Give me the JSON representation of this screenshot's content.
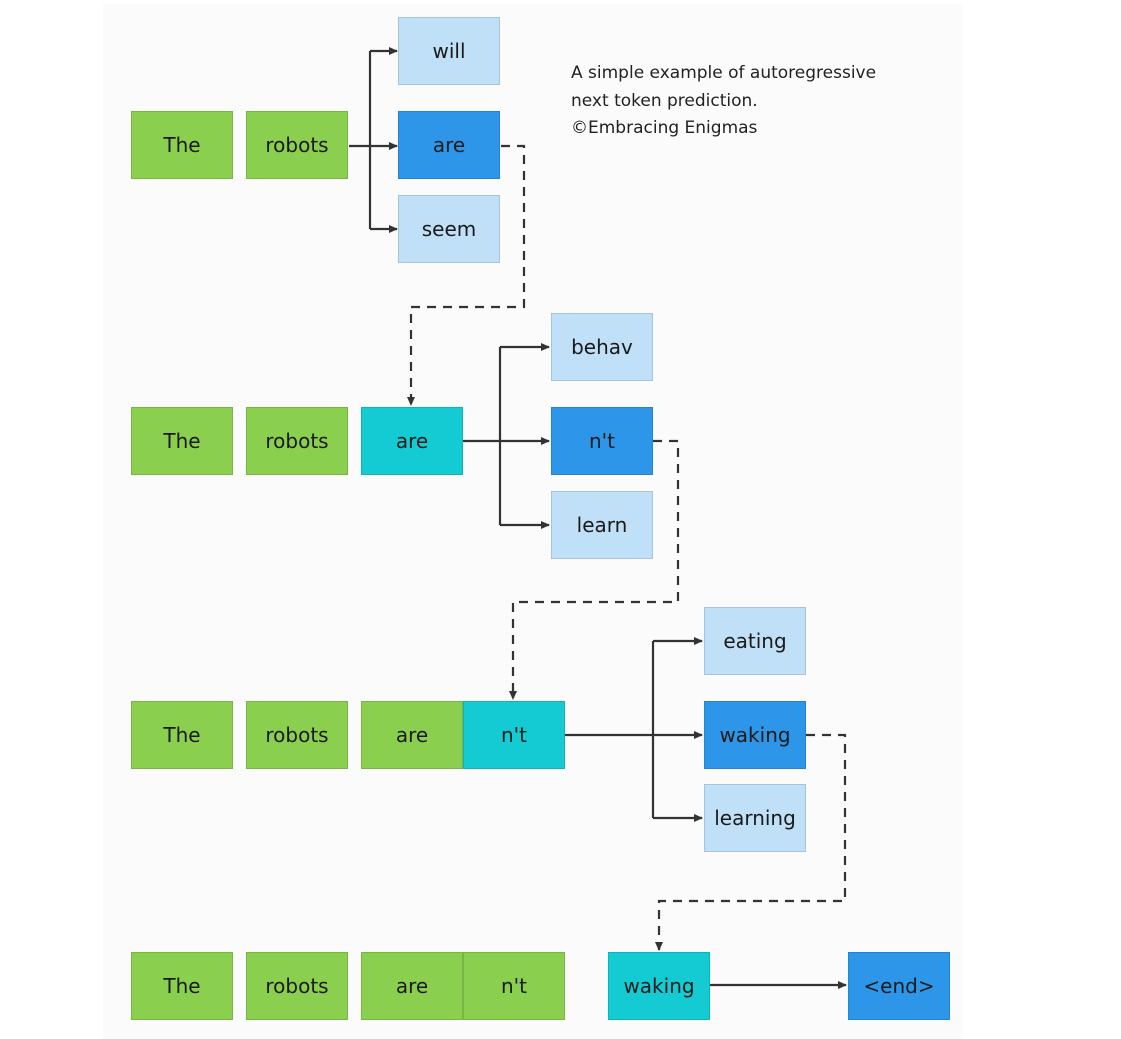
{
  "caption": {
    "line1": "A simple example of autoregressive",
    "line2": "next token prediction.",
    "line3": "©Embracing Enigmas"
  },
  "colors": {
    "context": "#8bcf4e",
    "candidate": "#bfe0f7",
    "selected": "#2d96e8",
    "last_token": "#15cbd3",
    "connector": "#333333"
  },
  "steps": [
    {
      "context": [
        "The",
        "robots"
      ],
      "candidates": [
        "will",
        "are",
        "seem"
      ]
    },
    {
      "context": [
        "The",
        "robots",
        "are"
      ],
      "candidates": [
        "behav",
        "n't",
        "learn"
      ]
    },
    {
      "context": [
        "The",
        "robots",
        "are",
        "n't"
      ],
      "candidates": [
        "eating",
        "waking",
        "learning"
      ]
    },
    {
      "context": [
        "The",
        "robots",
        "are",
        "n't"
      ],
      "latest": "waking",
      "next": "<end>"
    }
  ]
}
